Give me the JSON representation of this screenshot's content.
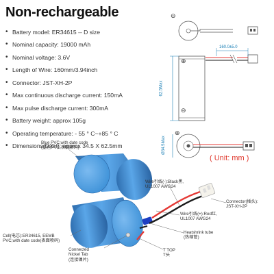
{
  "title": "Non-rechargeable",
  "specs": [
    "Battery model: ER34615 -- D size",
    "Nominal capacity: 19000 mAh",
    "Nominal voltage: 3.6V",
    "Length of Wire: 160mm/3.94inch",
    "Connector: JST-XH-2P",
    "Max continuous discharge current: 150mA",
    "Max pulse discharge current: 300mA",
    "Battery weight: approx 105g",
    "Operating temperature: - 55 ° C~+85 ° C",
    "Dimensions(DXH): approx 34.5 X 62.5mm"
  ],
  "drawing": {
    "wire_length_dim": "160.0±5.0",
    "height_dim": "62.5Max",
    "diameter_dim": "Ø34.5Max",
    "minus_symbol": "⊖",
    "plus_symbol": "⊕",
    "unit_note": "( Unit: mm )"
  },
  "labels": {
    "blue_pvc": [
      "Blue PVC,with date code",
      "(蓝色PVC,表面喷码)"
    ],
    "wire_black": [
      "Wire引线(-):Black黑,",
      "UL1007 AWG24"
    ],
    "connector": [
      "Connector(插头):",
      "JST-XH-2P"
    ],
    "wire_red": [
      "Wire引线(+):Red红,",
      "UL1007 AWG24"
    ],
    "heatshrink": [
      "Heatshrink tube",
      "(热缩管)"
    ],
    "cell": [
      "Cell(电芯):ER34615, EEMB",
      "PVC,with date code(表面喷码)"
    ],
    "nickel_tab": [
      "Connected",
      "Nickel Tab",
      "(连接镍片)"
    ],
    "t_top": [
      "T TOP",
      "T头"
    ]
  },
  "colors": {
    "battery_blue": "#3a8fd6",
    "wire_red": "#e53935",
    "wire_black": "#1a1a1a",
    "dim_blue": "#1a7fb5",
    "unit_red": "#e03a2f"
  }
}
